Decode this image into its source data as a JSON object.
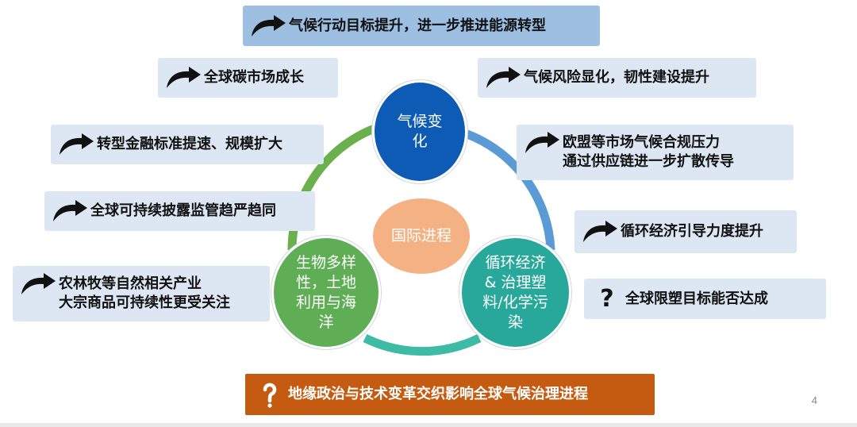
{
  "top_banner": "气候行动目标提升，进一步推进能源转型",
  "left_items": [
    "全球碳市场成长",
    "转型金融标准提速、规模扩大",
    "全球可持续披露监管趋严趋同",
    "农林牧等自然相关产业\n大宗商品可持续性更受关注"
  ],
  "right_items": [
    "气候风险显化，韧性建设提升",
    "欧盟等市场气候合规压力\n通过供应链进一步扩散传导",
    "循环经济引导力度提升",
    "全球限塑目标能否达成"
  ],
  "bottom_banner": "地缘政治与技术变革交织影响全球气候治理进程",
  "circles": {
    "top": "气候变\n化",
    "center": "国际进程",
    "left": "生物多样\n性，土地\n利用与海\n洋",
    "right": "循环经济\n& 治理塑\n料/化学污\n染"
  },
  "page_number": "4",
  "icons": {
    "arrow": "curved-arrow-icon",
    "question": "question-mark-icon",
    "question_glyph": "?",
    "bottom": "balloon-question-icon"
  },
  "colors": {
    "box_bg": "#dde7f4",
    "top_banner_bg": "#9cbfe2",
    "bottom_banner_bg": "#c55a11",
    "circle_top": "#0d5bb5",
    "circle_left": "#5fae56",
    "circle_right": "#28a89a",
    "circle_center": "#f4b183",
    "ring_green": "#6ab04c",
    "ring_blue": "#5b9bd5",
    "ring_teal": "#3dbba5"
  }
}
